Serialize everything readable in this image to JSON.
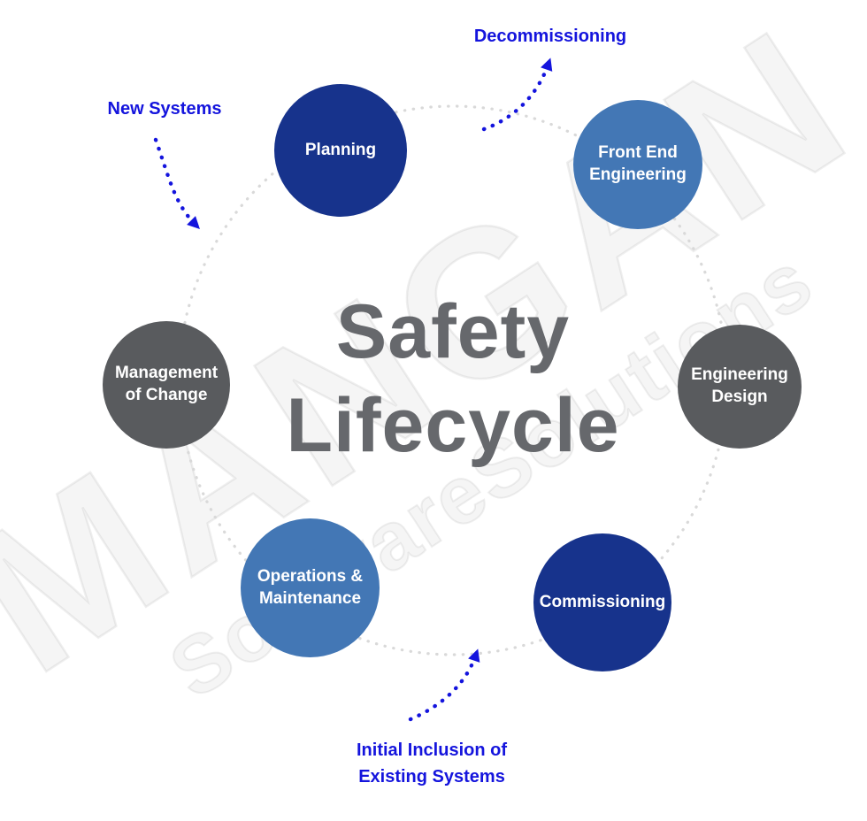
{
  "title": {
    "line1": "Safety",
    "line2": "Lifecycle"
  },
  "watermark": {
    "brand": "MANGAN",
    "sub": "SoftwareSolutions"
  },
  "nodes": [
    {
      "label": "Planning",
      "color": "#17338c"
    },
    {
      "label": "Front End Engineering",
      "color": "#4377b5"
    },
    {
      "label": "Engineering Design",
      "color": "#595b5e"
    },
    {
      "label": "Commissioning",
      "color": "#142e80"
    },
    {
      "label": "Operations & Maintenance",
      "color": "#4377b5"
    },
    {
      "label": "Management of Change",
      "color": "#595b5e"
    }
  ],
  "annotations": {
    "decommissioning": {
      "label": "Decommissioning"
    },
    "new_systems": {
      "label": "New Systems"
    },
    "initial_inclusion": {
      "line1": "Initial Inclusion of",
      "line2": "Existing Systems"
    }
  },
  "colors": {
    "navy": "#17338c",
    "dark_navy": "#142e80",
    "blue": "#4377b5",
    "gray": "#595b5e",
    "accent_blue": "#1414dd",
    "title_gray": "#66686c",
    "ring_gray": "#dcdcdc"
  }
}
